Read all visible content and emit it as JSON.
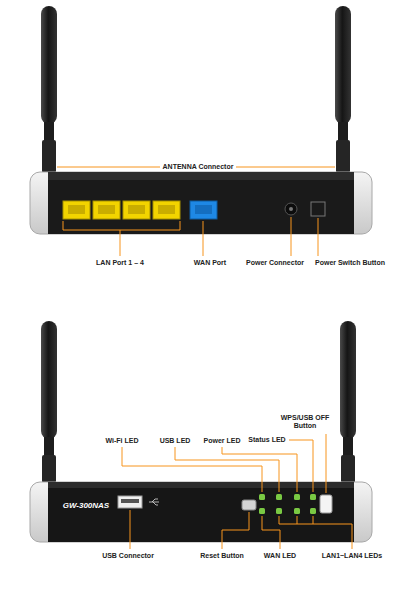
{
  "diagram": {
    "labels": [
      "ANTENNA Connector",
      "LAN Port 1 – 4",
      "WAN Port",
      "Power Connector",
      "Power Switch Button",
      "Wi-Fi LED",
      "USB LED",
      "Power LED",
      "Status LED",
      "WPS/USB OFF Button",
      "GW-300NAS",
      "USB Connector",
      "Reset Button",
      "WAN LED",
      "LAN1~LAN4 LEDs"
    ]
  }
}
